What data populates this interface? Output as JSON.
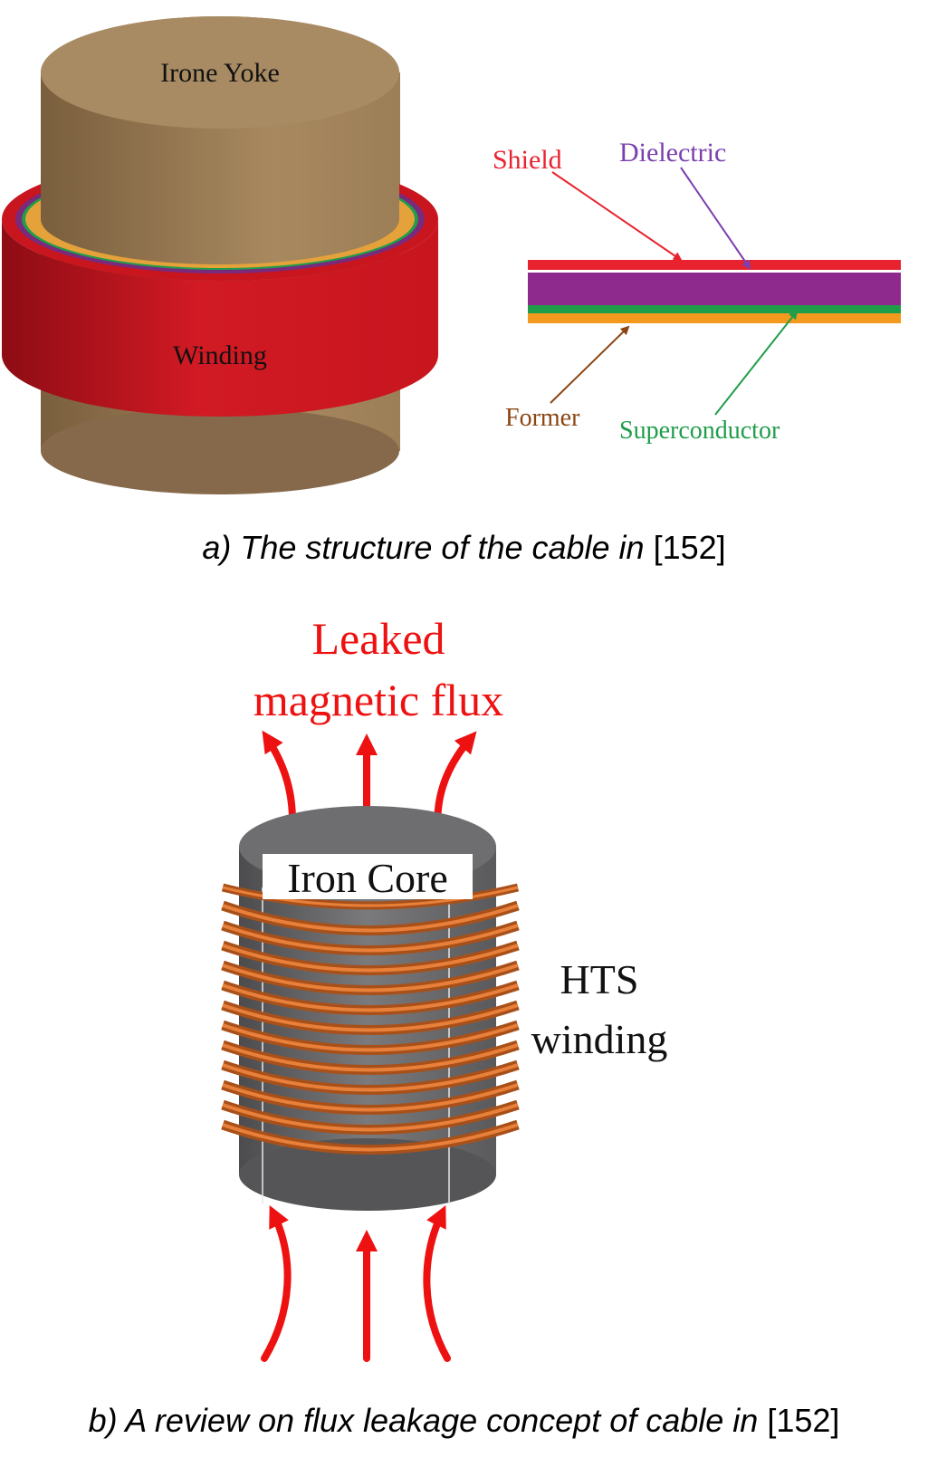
{
  "figure_a": {
    "yoke_label": "Irone Yoke",
    "winding_label": "Winding",
    "layers": {
      "shield": "Shield",
      "dielectric": "Dielectric",
      "former": "Former",
      "superconductor": "Superconductor"
    },
    "caption_text": "a) The structure of the cable in",
    "caption_ref": "[152]"
  },
  "figure_b": {
    "flux_label_line1": "Leaked",
    "flux_label_line2": "magnetic flux",
    "core_label": "Iron Core",
    "winding_label_line1": "HTS",
    "winding_label_line2": "winding",
    "caption_text": "b) A review on flux leakage concept of cable in",
    "caption_ref": "[152]"
  },
  "colors": {
    "yoke": "#9c7e57",
    "winding": "#c8151e",
    "shield": "#e8232f",
    "dielectric": "#8e2a8e",
    "superconductor": "#1f9d4a",
    "former": "#f39a1e",
    "former_label": "#8b4513",
    "flux_arrow": "#ee1111",
    "iron_core": "#6e6e70",
    "hts_coil": "#c9601e"
  }
}
